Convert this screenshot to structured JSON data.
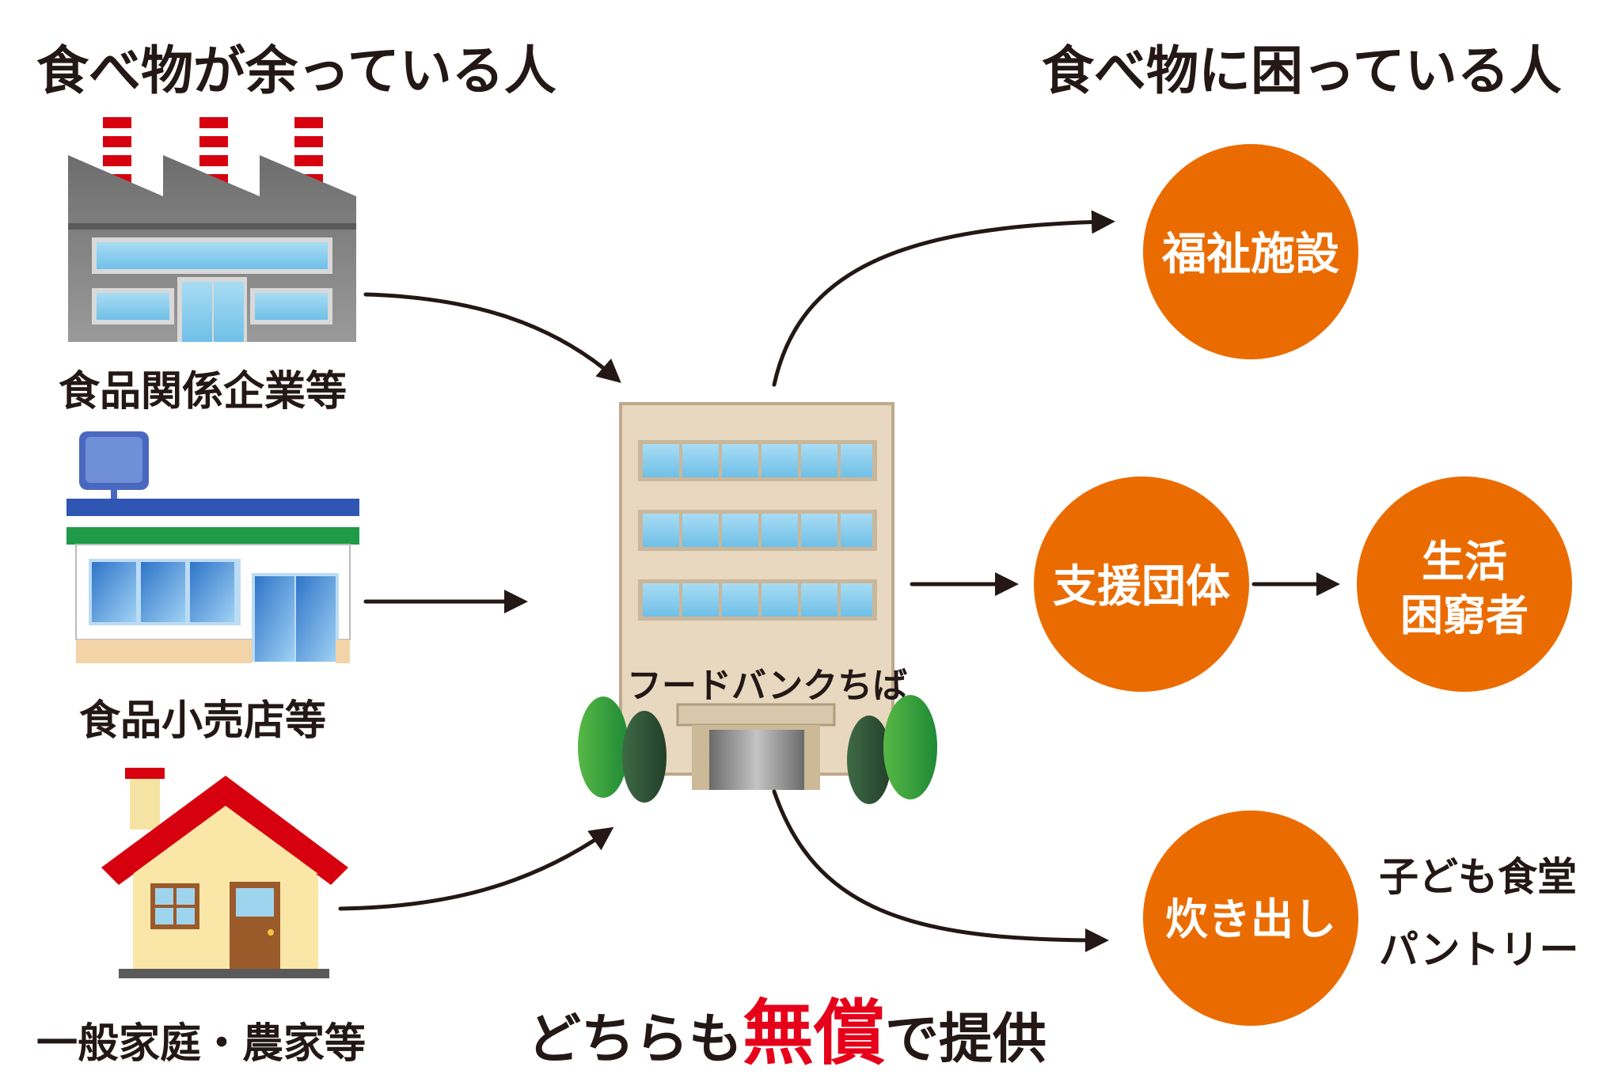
{
  "headings": {
    "left": "食べ物が余っている人",
    "right": "食べ物に困っている人"
  },
  "sources": [
    {
      "label": "食品関係企業等",
      "icon": "factory-icon"
    },
    {
      "label": "食品小売店等",
      "icon": "store-icon"
    },
    {
      "label": "一般家庭・農家等",
      "icon": "house-icon"
    }
  ],
  "center": {
    "label": "フードバンクちば",
    "icon": "building-icon"
  },
  "recipients": {
    "welfare": "福祉施設",
    "support": "支援団体",
    "needy_line1": "生活",
    "needy_line2": "困窮者",
    "cookout": "炊き出し"
  },
  "cookout_notes": [
    "子ども食堂",
    "パントリー"
  ],
  "footer": {
    "before": "どちらも",
    "emphasis": "無償",
    "after": "で提供"
  },
  "colors": {
    "circle": "#ea6c00",
    "emphasis": "#e6001a",
    "arrow": "#231815"
  }
}
